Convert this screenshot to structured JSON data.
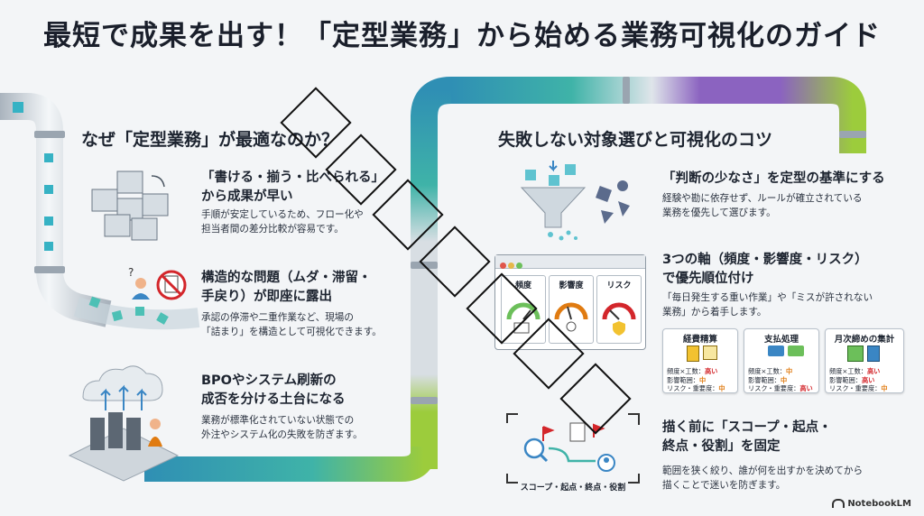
{
  "title": "最短で成果を出す！「定型業務」から始める業務可視化のガイド",
  "left": {
    "heading": "なぜ「定型業務」が最適なのか？",
    "items": [
      {
        "title": "「書ける・揃う・比べられる」\nから成果が早い",
        "body": "手順が安定しているため、フロー化や\n担当者間の差分比較が容易です。"
      },
      {
        "title": "構造的な問題（ムダ・滞留・\n手戻り）が即座に露出",
        "body": "承認の停滞や二重作業など、現場の\n「詰まり」を構造として可視化できます。"
      },
      {
        "title": "BPOやシステム刷新の\n成否を分ける土台になる",
        "body": "業務が標準化されていない状態での\n外注やシステム化の失敗を防ぎます。"
      }
    ]
  },
  "right": {
    "heading": "失敗しない対象選びと可視化のコツ",
    "items": [
      {
        "title": "「判断の少なさ」を定型の基準にする",
        "body": "経験や勘に依存せず、ルールが確立されている\n業務を優先して選びます。"
      },
      {
        "title": "3つの軸（頻度・影響度・リスク）\nで優先順位付け",
        "body": "「毎日発生する重い作業」や「ミスが許されない\n業務」から着手します。"
      },
      {
        "title": "描く前に「スコープ・起点・\n終点・役割」を固定",
        "body": "範囲を狭く絞り、誰が何を出すかを決めてから\n描くことで迷いを防ぎます。"
      }
    ]
  },
  "gauges": [
    "頻度",
    "影響度",
    "リスク"
  ],
  "cards": [
    {
      "title": "経費精算",
      "lines": [
        {
          "label": "頻度×工数：",
          "value": "高い",
          "level": "hi"
        },
        {
          "label": "影響範囲：",
          "value": "中",
          "level": "mid"
        },
        {
          "label": "リスク・重要度：",
          "value": "中",
          "level": "mid"
        }
      ]
    },
    {
      "title": "支払処理",
      "lines": [
        {
          "label": "頻度×工数：",
          "value": "中",
          "level": "mid"
        },
        {
          "label": "影響範囲：",
          "value": "中",
          "level": "mid"
        },
        {
          "label": "リスク・重要度：",
          "value": "高い",
          "level": "hi"
        }
      ]
    },
    {
      "title": "月次締めの集計",
      "lines": [
        {
          "label": "頻度×工数：",
          "value": "高い",
          "level": "hi"
        },
        {
          "label": "影響範囲：",
          "value": "高い",
          "level": "hi"
        },
        {
          "label": "リスク・重要度：",
          "value": "中",
          "level": "mid"
        }
      ]
    }
  ],
  "scope_caption": "スコープ・起点・終点・役割",
  "footer": "NotebookLM",
  "colors": {
    "pipe_blue": "#2f8fb4",
    "pipe_teal": "#3fb3a8",
    "pipe_purple": "#8b63c0",
    "pipe_green": "#9ccc3c",
    "pipe_silver": "#c9d2da",
    "high": "#d3262b",
    "medium": "#e07b11"
  }
}
